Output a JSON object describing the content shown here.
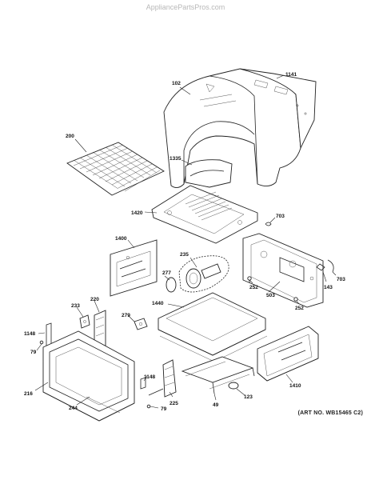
{
  "watermark": "AppliancePartsPros.com",
  "art_number": "(ART NO. WB15465 C2)",
  "callouts": {
    "c102": "102",
    "c1141": "1141",
    "c200": "200",
    "c1335": "1335",
    "c1420": "1420",
    "c703a": "703",
    "c1400": "1400",
    "c235": "235",
    "c277": "277",
    "c252a": "252",
    "c143": "143",
    "c703b": "703",
    "c503": "503",
    "c252b": "252",
    "c233": "233",
    "c220": "220",
    "c1440": "1440",
    "c279": "279",
    "c1148a": "1148",
    "c79a": "79",
    "c1148b": "1148",
    "c216": "216",
    "c244": "244",
    "c225": "225",
    "c79b": "79",
    "c49": "49",
    "c123": "123",
    "c1410": "1410"
  }
}
